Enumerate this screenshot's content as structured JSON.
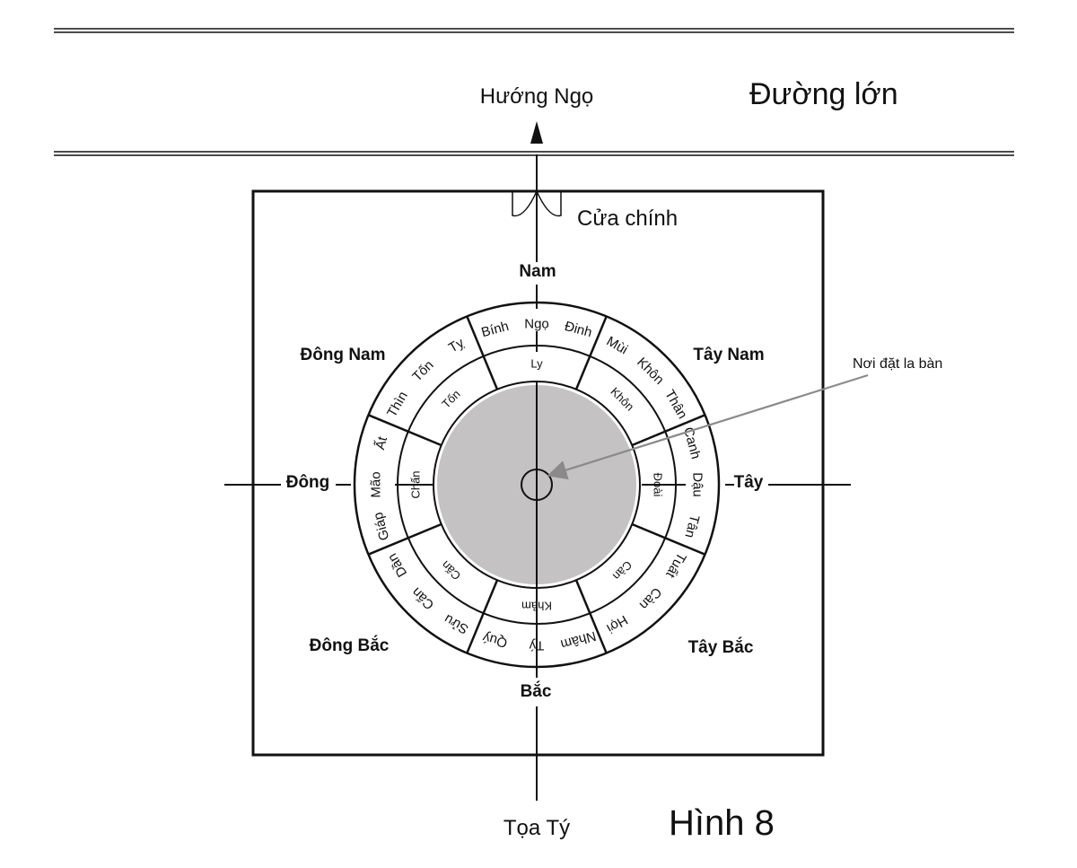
{
  "road": {
    "label": "Đường lớn",
    "facing": "Hướng Ngọ"
  },
  "figure_label": "Hình 8",
  "sitting": "Tọa Tý",
  "main_door": "Cửa chính",
  "compass_note": "Nơi đặt la bàn",
  "colors": {
    "line": "#111111",
    "center_disc": "#c4c2c2",
    "pointer": "#8a8a8a"
  },
  "directions": {
    "north": "Bắc",
    "south": "Nam",
    "east": "Đông",
    "west": "Tây",
    "northeast": "Đông Bắc",
    "northwest": "Tây Bắc",
    "southeast": "Đông Nam",
    "southwest": "Tây Nam"
  },
  "mountains": [
    "Bính",
    "Ngọ",
    "Đinh",
    "Mùi",
    "Khôn",
    "Thân",
    "Canh",
    "Dậu",
    "Tân",
    "Tuất",
    "Càn",
    "Hợi",
    "Nhâm",
    "Tý",
    "Quý",
    "Sửu",
    "Cấn",
    "Dần",
    "Giáp",
    "Mão",
    "Ất",
    "Thìn",
    "Tốn",
    "Tỵ"
  ],
  "trigrams": [
    "Ly",
    "Khôn",
    "Đoài",
    "Càn",
    "Khảm",
    "Cấn",
    "Chấn",
    "Tốn"
  ]
}
